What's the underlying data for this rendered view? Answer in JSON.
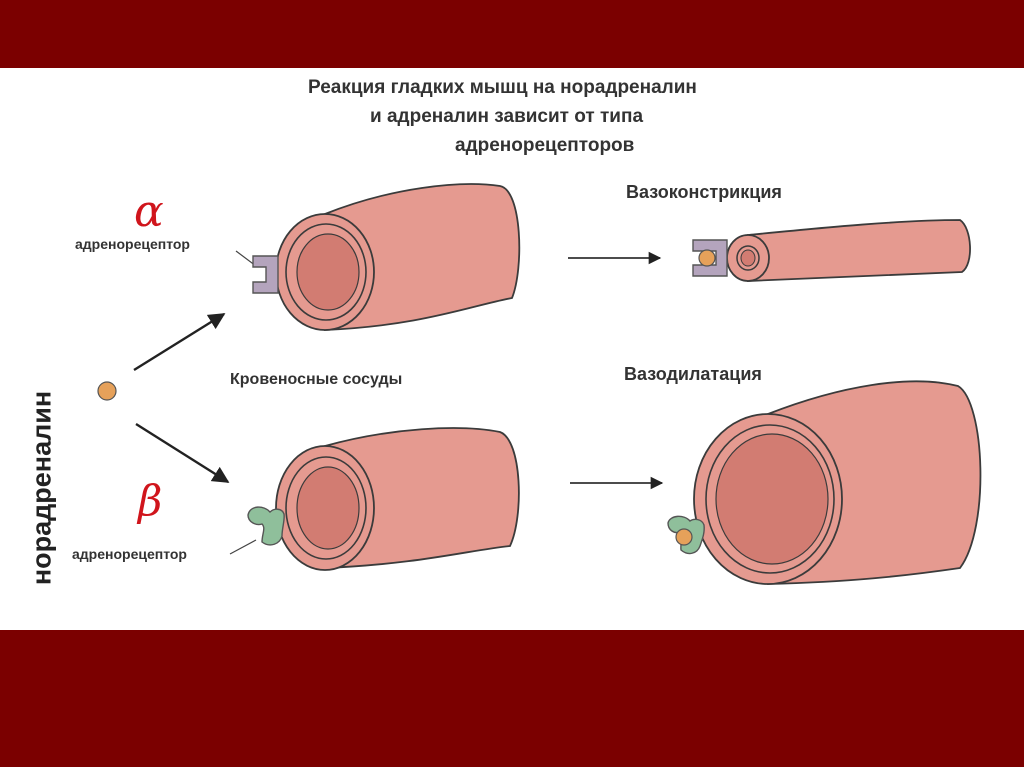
{
  "title": {
    "line1": "Реакция гладких мышц на норадреналин",
    "line2": "и адреналин зависит от типа",
    "line3": "адренорецепторов"
  },
  "labels": {
    "alpha_symbol": "α",
    "beta_symbol": "β",
    "alpha_receptor": "адренорецептор",
    "beta_receptor": "адренорецептор",
    "blood_vessels": "Кровеносные сосуды",
    "vasoconstriction": "Вазоконстрикция",
    "vasodilation": "Вазодилатация",
    "noradrenaline": "норадреналин"
  },
  "colors": {
    "frame": "#7b0000",
    "vessel_fill": "#e59a90",
    "vessel_inner": "#d27c72",
    "vessel_outline": "#3b3b3b",
    "alpha_receptor": "#b4a4bd",
    "beta_receptor": "#8fbf9b",
    "molecule": "#e6a15a",
    "greek_letters": "#d0151c"
  }
}
